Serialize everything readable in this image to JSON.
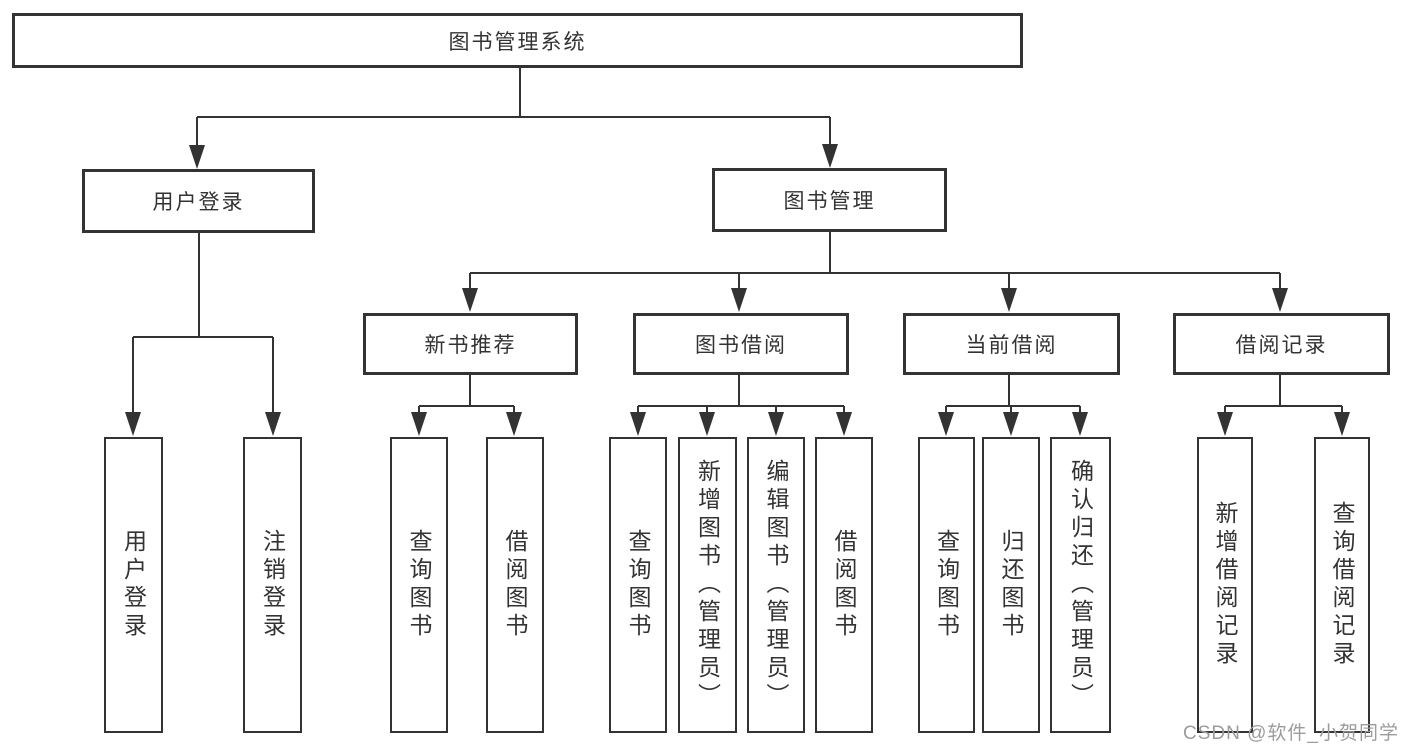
{
  "diagram": {
    "root": {
      "label": "图书管理系统"
    },
    "branches": [
      {
        "label": "用户登录",
        "children": [
          {
            "label": "用户登录"
          },
          {
            "label": "注销登录"
          }
        ]
      },
      {
        "label": "图书管理",
        "children": [
          {
            "label": "新书推荐",
            "children": [
              {
                "label": "查询图书"
              },
              {
                "label": "借阅图书"
              }
            ]
          },
          {
            "label": "图书借阅",
            "children": [
              {
                "label": "查询图书"
              },
              {
                "label": "新增图书（管理员）"
              },
              {
                "label": "编辑图书（管理员）"
              },
              {
                "label": "借阅图书"
              }
            ]
          },
          {
            "label": "当前借阅",
            "children": [
              {
                "label": "查询图书"
              },
              {
                "label": "归还图书"
              },
              {
                "label": "确认归还（管理员）"
              }
            ]
          },
          {
            "label": "借阅记录",
            "children": [
              {
                "label": "新增借阅记录"
              },
              {
                "label": "查询借阅记录"
              }
            ]
          }
        ]
      }
    ]
  },
  "watermark": {
    "text": "CSDN @软件_小贺同学"
  },
  "colors": {
    "line": "#333333",
    "box_border": "#333333",
    "text": "#333333",
    "watermark": "#9c9c9c",
    "background": "#ffffff"
  }
}
